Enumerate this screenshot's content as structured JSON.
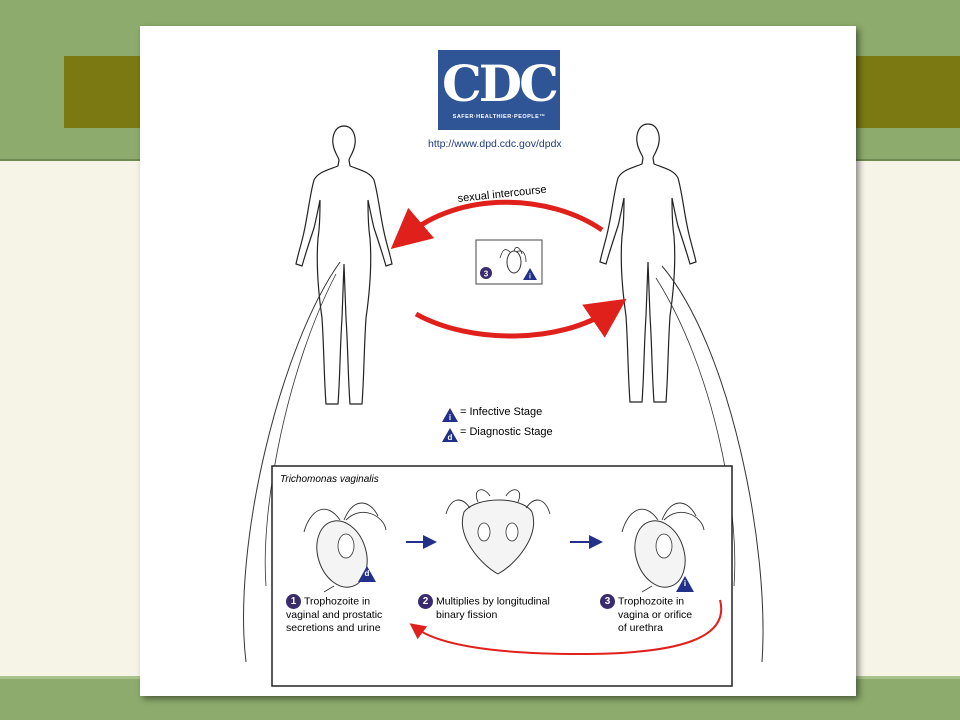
{
  "cdc": {
    "logo_text": "CDC",
    "tagline": "SAFER·HEALTHIER·PEOPLE™",
    "url": "http://www.dpd.cdc.gov/dpdx"
  },
  "transmission": {
    "label": "sexual intercourse",
    "inset_badge_number": "3",
    "inset_triangle_letter": "i"
  },
  "legend": {
    "infective_letter": "i",
    "infective_label": "= Infective Stage",
    "diagnostic_letter": "d",
    "diagnostic_label": "= Diagnostic Stage"
  },
  "life_cycle": {
    "title": "Trichomonas vaginalis",
    "stages": [
      {
        "number": "1",
        "line1": "Trophozoite in",
        "line2": "vaginal and prostatic",
        "line3": "secretions and urine",
        "triangle": "d"
      },
      {
        "number": "2",
        "line1": "Multiplies by longitudinal",
        "line2": "binary fission",
        "line3": "",
        "triangle": ""
      },
      {
        "number": "3",
        "line1": "Trophozoite in",
        "line2": "vagina or orifice",
        "line3": "of urethra",
        "triangle": "i"
      }
    ]
  },
  "colors": {
    "arrow_red": "#e0201b",
    "badge_purple": "#3a2b6e",
    "triangle_blue": "#22308a",
    "cdc_blue": "#2f5597",
    "slide_green": "#8dab6c",
    "slide_olive": "#7b7a12"
  }
}
